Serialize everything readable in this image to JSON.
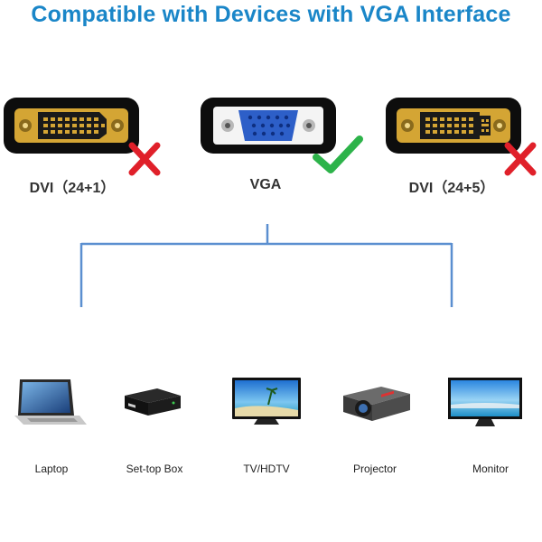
{
  "header": {
    "title": "Compatible with Devices with VGA Interface"
  },
  "colors": {
    "title": "#1a86c8",
    "tree_line": "#5b8fd0",
    "cross": "#e0202a",
    "check": "#2db34a",
    "gold": "#d4a534"
  },
  "connectors": [
    {
      "label": "DVI（24+1）",
      "icon": "dvi-port-icon",
      "status": "cross-icon"
    },
    {
      "label": "VGA",
      "icon": "vga-port-icon",
      "status": "check-icon"
    },
    {
      "label": "DVI（24+5）",
      "icon": "dvi-port-icon",
      "status": "cross-icon"
    }
  ],
  "devices": [
    {
      "label": "Laptop",
      "icon": "laptop-icon"
    },
    {
      "label": "Set-top Box",
      "icon": "set-top-box-icon"
    },
    {
      "label": "TV/HDTV",
      "icon": "tv-icon"
    },
    {
      "label": "Projector",
      "icon": "projector-icon"
    },
    {
      "label": "Monitor",
      "icon": "monitor-icon"
    }
  ]
}
